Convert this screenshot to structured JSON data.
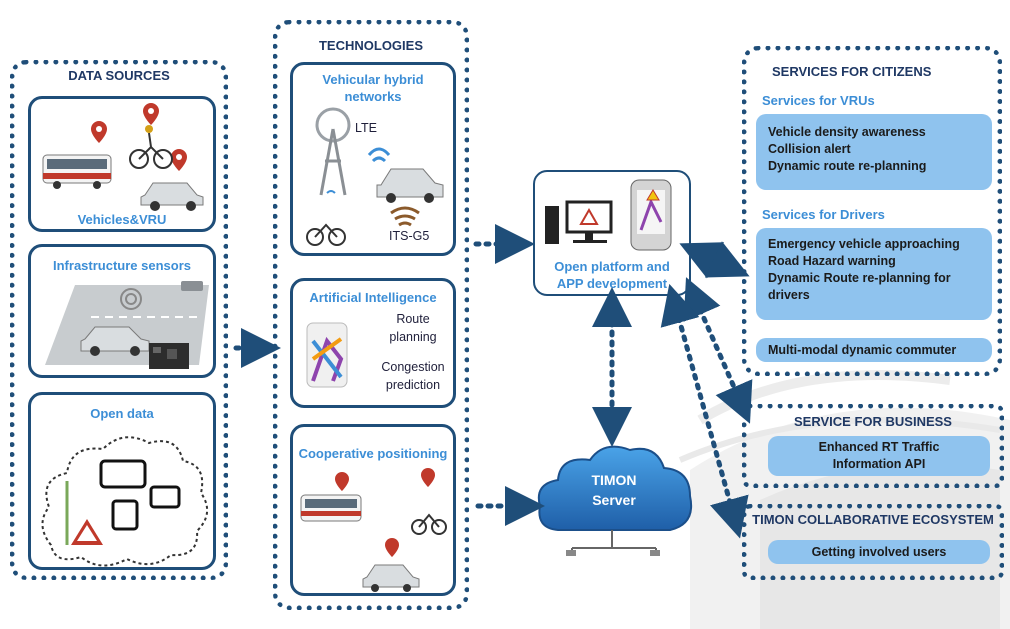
{
  "data_sources": {
    "title": "DATA SOURCES",
    "vehicles_label": "Vehicles&VRU",
    "infra_label": "Infrastructure sensors",
    "open_data_label": "Open data"
  },
  "technologies": {
    "title": "TECHNOLOGIES",
    "hybrid_title_1": "Vehicular hybrid",
    "hybrid_title_2": "networks",
    "lte": "LTE",
    "itsg5": "ITS-G5",
    "ai_title": "Artificial Intelligence",
    "route_1": "Route",
    "route_2": "planning",
    "congestion_1": "Congestion",
    "congestion_2": "prediction",
    "coop_title": "Cooperative positioning"
  },
  "platform": {
    "label_1": "Open platform and",
    "label_2": "APP development"
  },
  "server": {
    "label_1": "TIMON",
    "label_2": "Server"
  },
  "citizens": {
    "title": "SERVICES FOR CITIZENS",
    "vru_title": "Services for VRUs",
    "vru_items": [
      "Vehicle density awareness",
      "Collision alert",
      "Dynamic route re-planning"
    ],
    "drivers_title": "Services for Drivers",
    "driver_items": [
      "Emergency vehicle approaching",
      "Road Hazard warning",
      "Dynamic Route re-planning for",
      "drivers"
    ],
    "multimodal": "Multi-modal dynamic commuter"
  },
  "business": {
    "title": "SERVICE FOR BUSINESS",
    "item_1": "Enhanced RT Traffic",
    "item_2": "Information API"
  },
  "ecosystem": {
    "title": "TIMON COLLABORATIVE ECOSYSTEM",
    "item": "Getting involved users"
  },
  "colors": {
    "frame": "#1f4e79",
    "subtitle": "#3c8ed6",
    "service_fill": "#8fc3ee",
    "pin": "#c0392b"
  }
}
